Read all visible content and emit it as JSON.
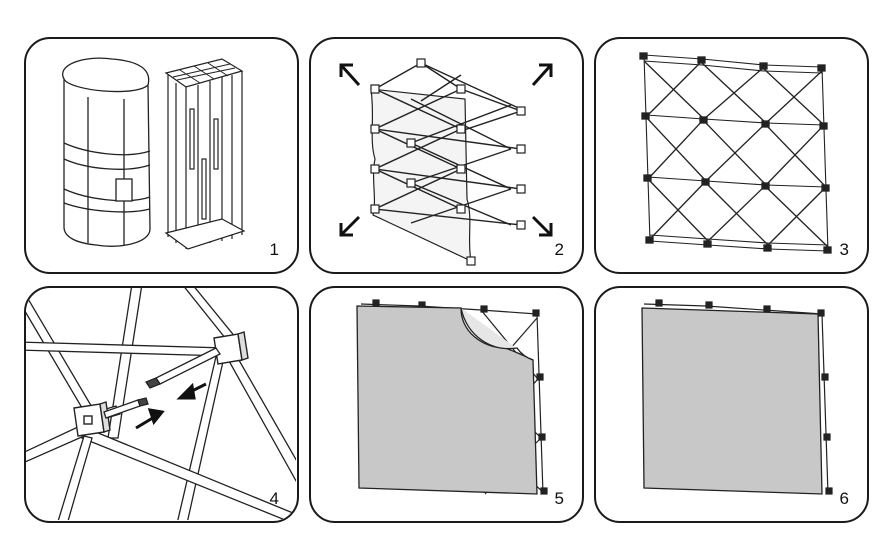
{
  "panels": [
    {
      "step": "1"
    },
    {
      "step": "2"
    },
    {
      "step": "3"
    },
    {
      "step": "4"
    },
    {
      "step": "5"
    },
    {
      "step": "6"
    }
  ],
  "colors": {
    "stroke": "#1a1a1a",
    "graphic": "#c8c8c8",
    "frame": "#555555"
  }
}
